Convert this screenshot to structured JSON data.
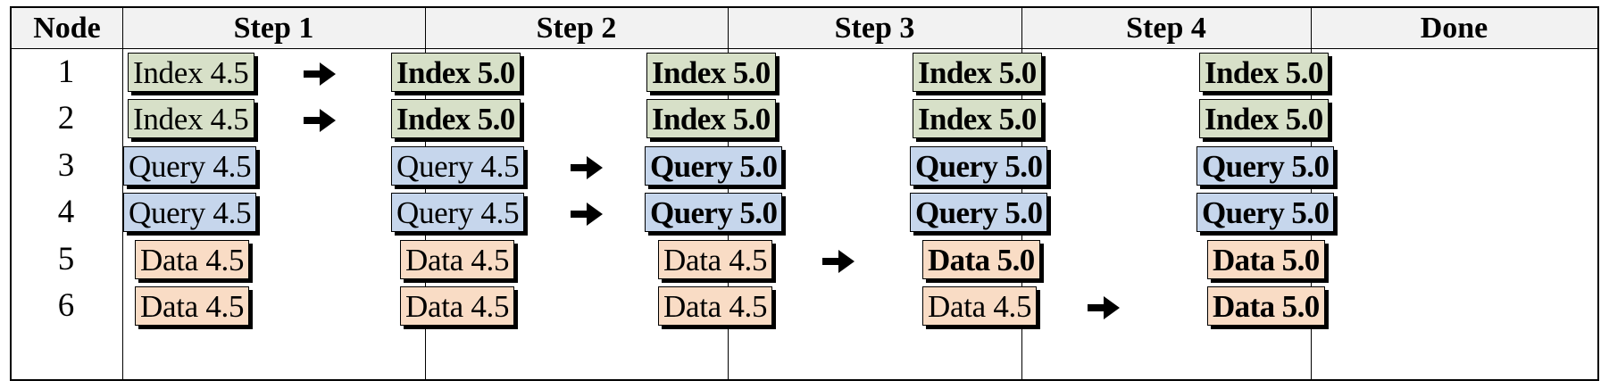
{
  "headers": [
    "Node",
    "Step 1",
    "Step 2",
    "Step 3",
    "Step 4",
    "Done"
  ],
  "arrow_glyph": "right-arrow",
  "colors": {
    "index": "#d7e0c8",
    "query": "#c6d6ec",
    "data": "#f9dcc5",
    "header_bg": "#f2f2f2"
  },
  "rows": [
    {
      "node": "1",
      "cells": [
        {
          "label": "Index 4.5",
          "kind": "index",
          "bold": false,
          "arrow": true
        },
        {
          "label": "Index 5.0",
          "kind": "index",
          "bold": true,
          "arrow": false
        },
        {
          "label": "Index 5.0",
          "kind": "index",
          "bold": true,
          "arrow": false
        },
        {
          "label": "Index 5.0",
          "kind": "index",
          "bold": true,
          "arrow": false
        },
        {
          "label": "Index 5.0",
          "kind": "index",
          "bold": true,
          "arrow": false
        }
      ]
    },
    {
      "node": "2",
      "cells": [
        {
          "label": "Index 4.5",
          "kind": "index",
          "bold": false,
          "arrow": true
        },
        {
          "label": "Index 5.0",
          "kind": "index",
          "bold": true,
          "arrow": false
        },
        {
          "label": "Index 5.0",
          "kind": "index",
          "bold": true,
          "arrow": false
        },
        {
          "label": "Index 5.0",
          "kind": "index",
          "bold": true,
          "arrow": false
        },
        {
          "label": "Index 5.0",
          "kind": "index",
          "bold": true,
          "arrow": false
        }
      ]
    },
    {
      "node": "3",
      "cells": [
        {
          "label": "Query 4.5",
          "kind": "query",
          "bold": false,
          "arrow": false
        },
        {
          "label": "Query 4.5",
          "kind": "query",
          "bold": false,
          "arrow": true
        },
        {
          "label": "Query 5.0",
          "kind": "query",
          "bold": true,
          "arrow": false
        },
        {
          "label": "Query 5.0",
          "kind": "query",
          "bold": true,
          "arrow": false
        },
        {
          "label": "Query 5.0",
          "kind": "query",
          "bold": true,
          "arrow": false
        }
      ]
    },
    {
      "node": "4",
      "cells": [
        {
          "label": "Query 4.5",
          "kind": "query",
          "bold": false,
          "arrow": false
        },
        {
          "label": "Query 4.5",
          "kind": "query",
          "bold": false,
          "arrow": true
        },
        {
          "label": "Query 5.0",
          "kind": "query",
          "bold": true,
          "arrow": false
        },
        {
          "label": "Query 5.0",
          "kind": "query",
          "bold": true,
          "arrow": false
        },
        {
          "label": "Query 5.0",
          "kind": "query",
          "bold": true,
          "arrow": false
        }
      ]
    },
    {
      "node": "5",
      "cells": [
        {
          "label": "Data 4.5",
          "kind": "data",
          "bold": false,
          "arrow": false
        },
        {
          "label": "Data 4.5",
          "kind": "data",
          "bold": false,
          "arrow": false
        },
        {
          "label": "Data 4.5",
          "kind": "data",
          "bold": false,
          "arrow": true
        },
        {
          "label": "Data 5.0",
          "kind": "data",
          "bold": true,
          "arrow": false
        },
        {
          "label": "Data 5.0",
          "kind": "data",
          "bold": true,
          "arrow": false
        }
      ]
    },
    {
      "node": "6",
      "cells": [
        {
          "label": "Data 4.5",
          "kind": "data",
          "bold": false,
          "arrow": false
        },
        {
          "label": "Data 4.5",
          "kind": "data",
          "bold": false,
          "arrow": false
        },
        {
          "label": "Data 4.5",
          "kind": "data",
          "bold": false,
          "arrow": false
        },
        {
          "label": "Data 4.5",
          "kind": "data",
          "bold": false,
          "arrow": true
        },
        {
          "label": "Data 5.0",
          "kind": "data",
          "bold": true,
          "arrow": false
        }
      ]
    }
  ]
}
